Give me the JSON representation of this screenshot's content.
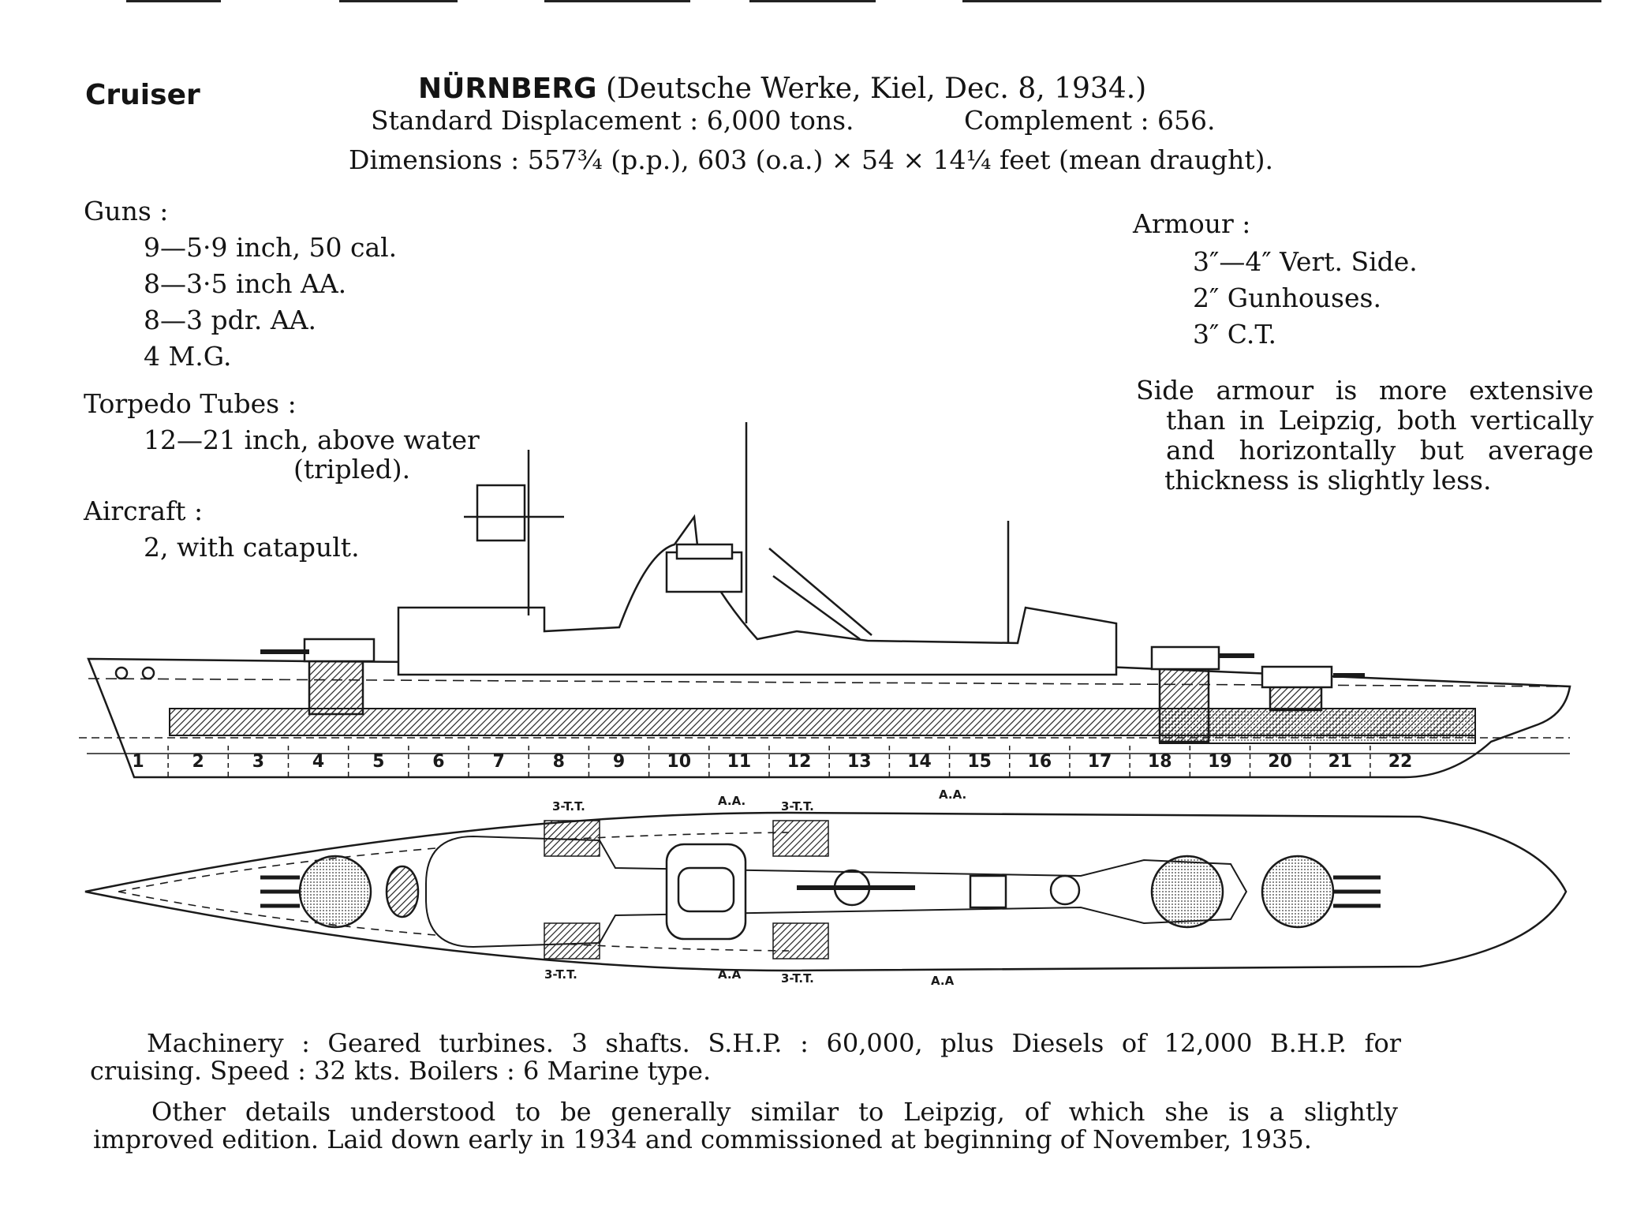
{
  "header": {
    "category": "Cruiser",
    "ship_name": "NÜRNBERG",
    "builder_note": "(Deutsche Werke, Kiel, Dec. 8, 1934.)",
    "displacement": "Standard Displacement : 6,000 tons.",
    "complement": "Complement : 656.",
    "dimensions": "Dimensions : 557¾ (p.p.), 603 (o.a.) × 54 × 14¼ feet (mean draught)."
  },
  "guns": {
    "heading": "Guns :",
    "items": [
      "9—5·9 inch, 50 cal.",
      "8—3·5 inch AA.",
      "8—3 pdr. AA.",
      "4 M.G."
    ]
  },
  "torpedo": {
    "heading": "Torpedo Tubes :",
    "line1": "12—21 inch, above water",
    "line2": "(tripled)."
  },
  "aircraft": {
    "heading": "Aircraft :",
    "line1": "2, with catapult."
  },
  "armour": {
    "heading": "Armour :",
    "items": [
      "3″—4″ Vert. Side.",
      "2″ Gunhouses.",
      "3″ C.T."
    ],
    "note_lines": [
      "Side armour is more extensive",
      "than in Leipzig, both vertically",
      "and horizontally but average",
      "thickness is slightly less."
    ]
  },
  "drawing": {
    "section_numbers": [
      "1",
      "2",
      "3",
      "4",
      "5",
      "6",
      "7",
      "8",
      "9",
      "10",
      "11",
      "12",
      "13",
      "14",
      "15",
      "16",
      "17",
      "18",
      "19",
      "20",
      "21",
      "22"
    ],
    "plan_labels": {
      "tt_top_left": "3-T.T.",
      "tt_top_right": "3-T.T.",
      "tt_bottom_left": "3-T.T.",
      "tt_bottom_right": "3-T.T.",
      "aa_top_left": "A.A.",
      "aa_top_right": "A.A.",
      "aa_bottom_left": "A.A",
      "aa_bottom_right": "A.A"
    }
  },
  "footer": {
    "machinery_line1": "Machinery : Geared turbines. 3 shafts. S.H.P. : 60,000, plus Diesels of 12,000 B.H.P. for",
    "machinery_line2": "cruising. Speed : 32 kts. Boilers : 6 Marine type.",
    "details_line1": "Other details understood to be generally similar to Leipzig, of which she is a slightly",
    "details_line2": "improved edition. Laid down early in 1934 and commissioned at beginning of November, 1935."
  }
}
